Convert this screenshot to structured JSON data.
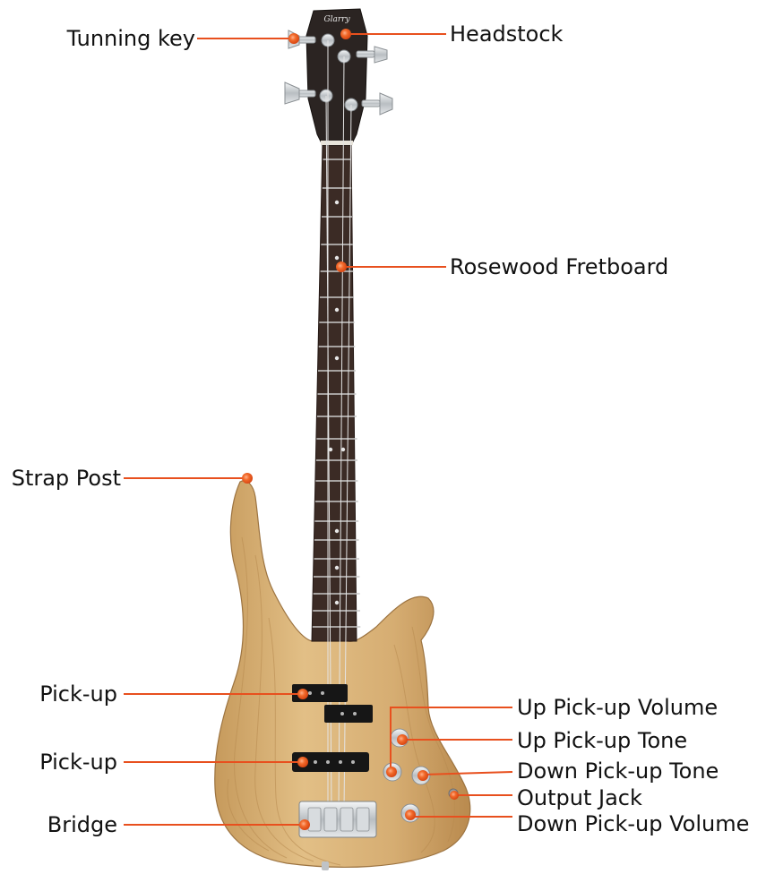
{
  "brand_logo_text": "Glarry",
  "colors": {
    "leader_line": "#e8501e",
    "marker": "#ef5a1f",
    "marker_highlight": "#ffb089",
    "label_text": "#111111",
    "body_wood": "#d9b27a",
    "body_wood_grain": "#b78a4f",
    "fretboard": "#3a2a24",
    "headstock": "#2a2422",
    "hardware_chrome": "#cfd3d6"
  },
  "labels": {
    "tuning_key": "Tunning key",
    "headstock": "Headstock",
    "rosewood_fretboard": "Rosewood Fretboard",
    "strap_post": "Strap Post",
    "pickup_upper": "Pick-up",
    "pickup_lower": "Pick-up",
    "bridge": "Bridge",
    "up_pickup_volume": "Up Pick-up Volume",
    "up_pickup_tone": "Up Pick-up Tone",
    "down_pickup_tone": "Down Pick-up Tone",
    "output_jack": "Output Jack",
    "down_pickup_volume": "Down Pick-up Volume"
  }
}
